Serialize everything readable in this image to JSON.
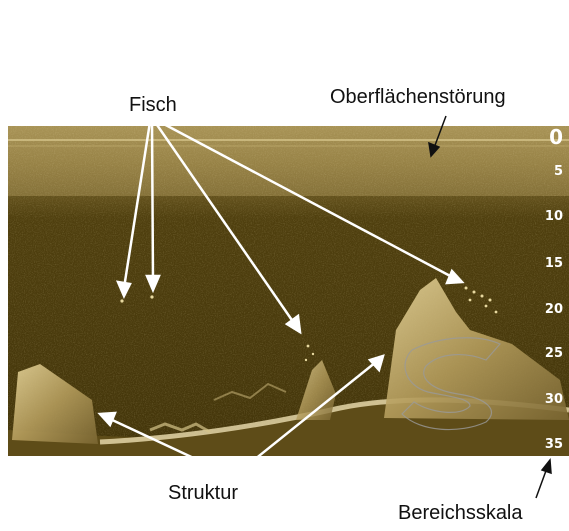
{
  "labels": {
    "fish": "Fisch",
    "surface_clutter": "Oberflächenstörung",
    "structure": "Struktur",
    "range_scale": "Bereichsskala"
  },
  "depth_scale": [
    "0",
    "5",
    "10",
    "15",
    "20",
    "25",
    "30",
    "35"
  ],
  "colors": {
    "water": "#4a3a0a",
    "surface_noise": "#b09a52",
    "structure": "#d8c48a",
    "arrow": "#ffffff",
    "scale_text": "#ffffff"
  }
}
